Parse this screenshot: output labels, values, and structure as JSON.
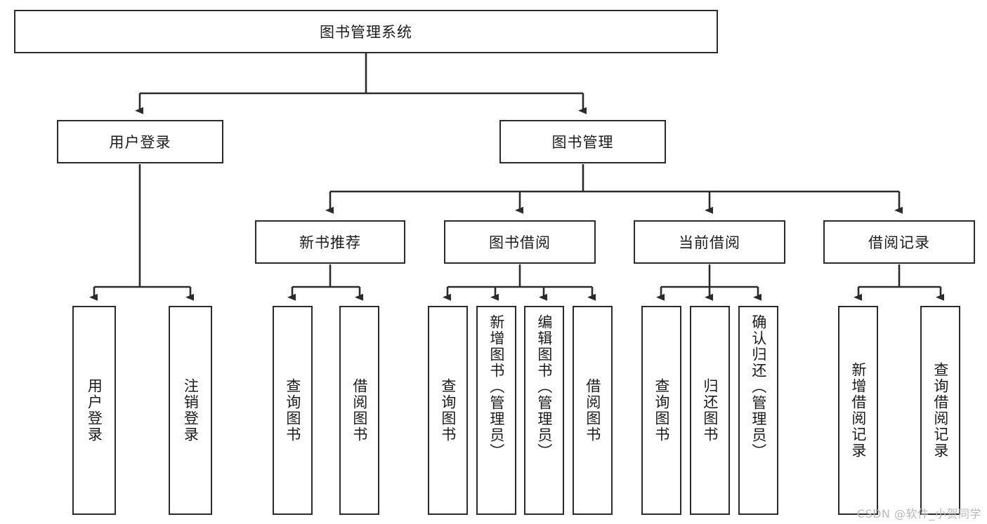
{
  "diagram": {
    "type": "tree",
    "title_node": "图书管理系统",
    "colors": {
      "box_border": "#2b2b2b",
      "box_fill": "#ffffff",
      "connector": "#2b2b2b",
      "text": "#1b1b1b",
      "watermark": "#b9b9b9",
      "background": "#ffffff"
    },
    "root": {
      "label": "图书管理系统"
    },
    "level2": [
      {
        "label": "用户登录"
      },
      {
        "label": "图书管理"
      }
    ],
    "level3": [
      {
        "label": "新书推荐"
      },
      {
        "label": "图书借阅"
      },
      {
        "label": "当前借阅"
      },
      {
        "label": "借阅记录"
      }
    ],
    "leaves": {
      "user_login": [
        {
          "label": "用户登录"
        },
        {
          "label": "注销登录"
        }
      ],
      "new_book_recommend": [
        {
          "label": "查询图书"
        },
        {
          "label": "借阅图书"
        }
      ],
      "book_borrow": [
        {
          "label": "查询图书"
        },
        {
          "label": "新增图书（管理员）"
        },
        {
          "label": "编辑图书（管理员）"
        },
        {
          "label": "借阅图书"
        }
      ],
      "current_borrow": [
        {
          "label": "查询图书"
        },
        {
          "label": "归还图书"
        },
        {
          "label": "确认归还（管理员）"
        }
      ],
      "borrow_records": [
        {
          "label": "新增借阅记录"
        },
        {
          "label": "查询借阅记录"
        }
      ]
    }
  },
  "watermark": {
    "text": "CSDN @软件_小贺同学"
  }
}
